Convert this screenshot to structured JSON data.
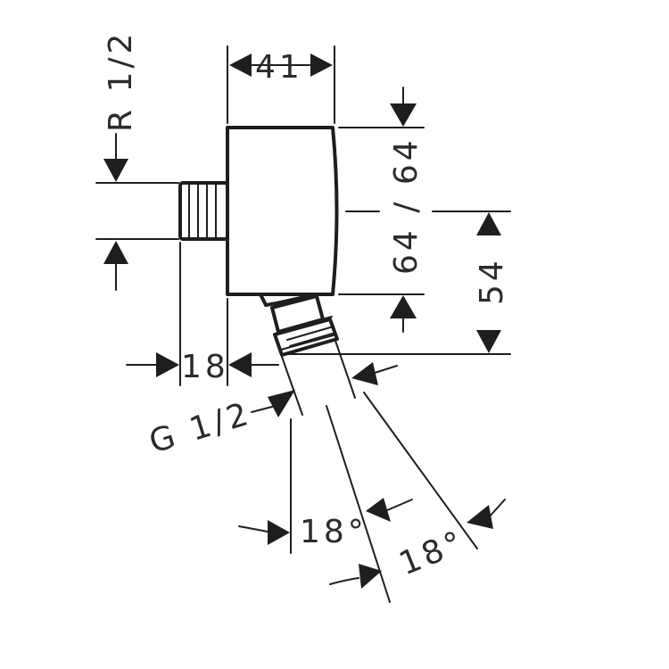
{
  "dimensions": {
    "width": "41",
    "inlet_thread": "R 1/2",
    "height": "64 / 64",
    "depth": "18",
    "offset": "54",
    "outlet_thread": "G 1/2",
    "angle_1": "18°",
    "angle_2": "18°"
  },
  "colors": {
    "line": "#1e1e1e",
    "text": "#2b2b2b",
    "background": "#ffffff"
  }
}
